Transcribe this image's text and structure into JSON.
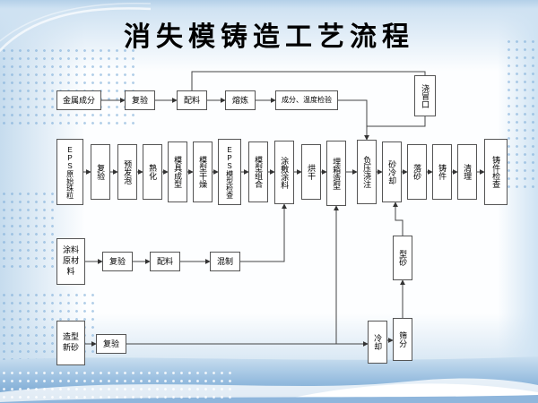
{
  "slide": {
    "title": "消失模铸造工艺流程"
  },
  "style": {
    "band_blue": "#94bbde",
    "dot_blue": "#9fc6e4",
    "box_border": "#555555",
    "line_color": "#444444"
  },
  "flow": {
    "boxes": {
      "metal_composition": "金属成分",
      "metal_recheck": "复验",
      "metal_batching": "配料",
      "melting": "熔炼",
      "comp_temp_check": "成分、温度检验",
      "riser": "浇冒口",
      "eps_raw_beads": "EPS原始珠粒",
      "eps_recheck": "复验",
      "pre_foaming": "预发泡",
      "curing": "熟化",
      "mold_forming": "模具成型",
      "pattern_drying": "模型干燥",
      "eps_pattern_check": "EPS模型检查",
      "pattern_assembly": "模型组合",
      "coating_apply": "涂敷涂料",
      "drying": "烘干",
      "flask_molding": "埋箱造型",
      "vacuum_pouring": "负压浇注",
      "sand_cooling": "砂冷却",
      "shakeout": "落砂",
      "casting": "铸件",
      "cleaning": "清理",
      "casting_inspection": "铸件检查",
      "coating_raw": "涂料原材料",
      "coating_recheck": "复验",
      "coating_batching": "配料",
      "mixing": "混制",
      "molding_sand": "型砂",
      "new_sand": "造型新砂",
      "sand_recheck": "复验",
      "cooling": "冷却",
      "screening": "筛分"
    }
  }
}
